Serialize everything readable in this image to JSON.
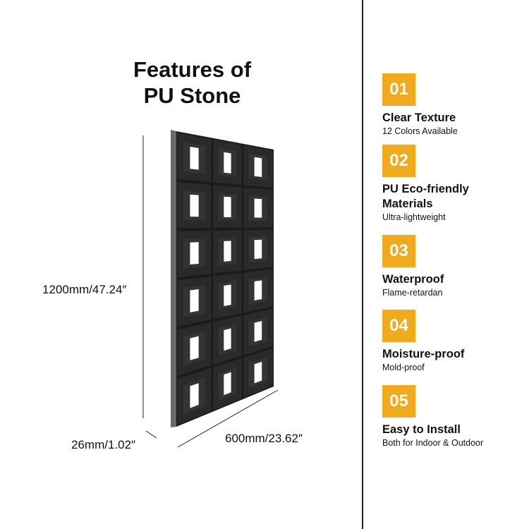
{
  "title": {
    "line1": "Features of",
    "line2": "PU Stone"
  },
  "dimensions": {
    "height": "1200mm/47.24″",
    "width": "600mm/23.62″",
    "thickness": "26mm/1.02″"
  },
  "panel": {
    "columns": 3,
    "rows": 6,
    "color": "#2b2a28"
  },
  "accent": "#f0aa1e",
  "features": [
    {
      "number": "01",
      "title": "Clear Texture",
      "subtitle": "12 Colors Available"
    },
    {
      "number": "02",
      "title": "PU Eco-friendly Materials",
      "subtitle": "Ultra-lightweight"
    },
    {
      "number": "03",
      "title": "Waterproof",
      "subtitle": "Flame-retardan"
    },
    {
      "number": "04",
      "title": "Moisture-proof",
      "subtitle": "Mold-proof"
    },
    {
      "number": "05",
      "title": "Easy to Install",
      "subtitle": "Both for Indoor & Outdoor"
    }
  ]
}
